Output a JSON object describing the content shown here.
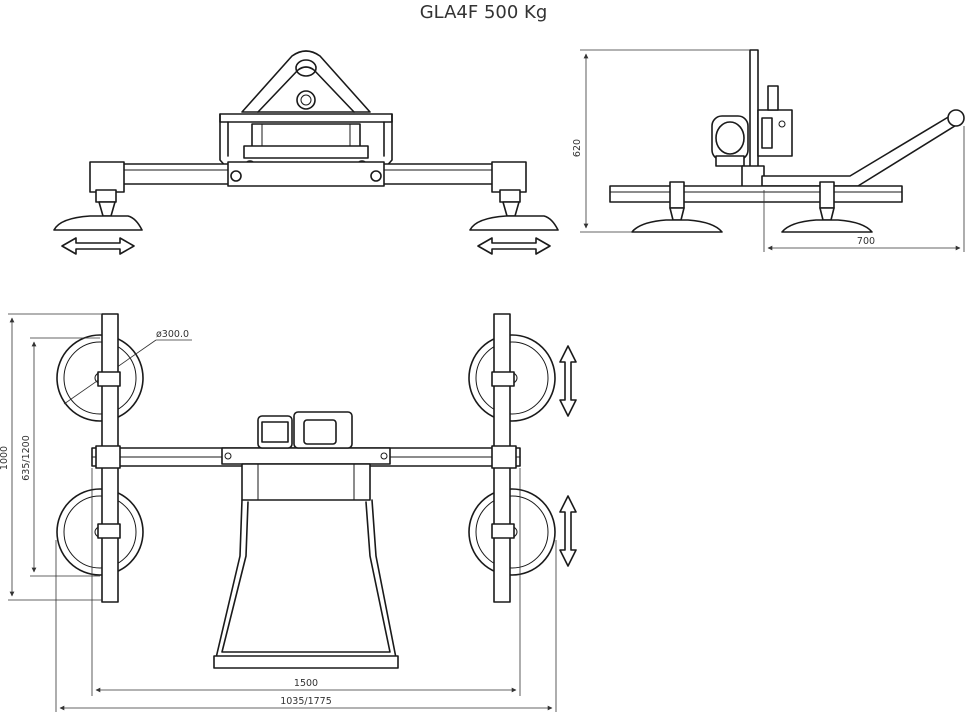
{
  "title": "GLA4F 500 Kg",
  "dimensions": {
    "height": "620",
    "arm": "700",
    "suction_diameter": "ø300.0",
    "total_height": "1000",
    "inner_height": "635/1200",
    "width": "1500",
    "total_width": "1035/1775"
  }
}
